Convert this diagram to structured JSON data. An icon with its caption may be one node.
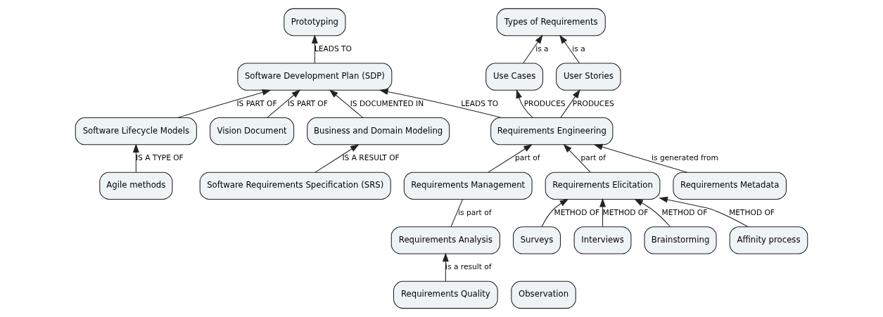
{
  "diagram": {
    "nodes": [
      {
        "text": [
          "Types of Requirements"
        ]
      },
      {
        "text": [
          "Use Cases"
        ]
      },
      {
        "text": [
          "User Stories"
        ]
      },
      {
        "text": [
          "Software Development Plan (SDP)"
        ]
      },
      {
        "text": [
          "Prototyping"
        ]
      },
      {
        "text": [
          "Software Lifecycle Models"
        ]
      },
      {
        "text": [
          "Vision Document"
        ]
      },
      {
        "text": [
          "Business and Domain Modeling"
        ]
      },
      {
        "text": [
          "Requirements Engineering"
        ]
      },
      {
        "text": [
          "Agile methods"
        ]
      },
      {
        "text": [
          "Software Requirements Specification (SRS)"
        ]
      },
      {
        "text": [
          "Requirements Management"
        ]
      },
      {
        "text": [
          "Requirements Elicitation"
        ]
      },
      {
        "text": [
          "Requirements Metadata"
        ]
      },
      {
        "text": [
          "Requirements Analysis"
        ]
      },
      {
        "text": [
          "Surveys"
        ]
      },
      {
        "text": [
          "Interviews"
        ]
      },
      {
        "text": [
          "Brainstorming"
        ]
      },
      {
        "text": [
          "Affinity process"
        ]
      },
      {
        "text": [
          "Requirements Quality"
        ]
      },
      {
        "text": [
          "Observation"
        ]
      }
    ],
    "edges": [
      {
        "from": 1,
        "to": 0,
        "arrow": "to",
        "label": "is a"
      },
      {
        "from": 2,
        "to": 0,
        "arrow": "to",
        "label": "is a"
      },
      {
        "from": 8,
        "to": 1,
        "arrow": "to",
        "label": "PRODUCES"
      },
      {
        "from": 8,
        "to": 2,
        "arrow": "to",
        "label": "PRODUCES"
      },
      {
        "from": 8,
        "to": 3,
        "arrow": "to",
        "label": "LEADS TO"
      },
      {
        "from": 3,
        "to": 4,
        "arrow": "to",
        "label": "LEADS TO"
      },
      {
        "from": 5,
        "to": 3,
        "arrow": "to",
        "label": "IS PART OF"
      },
      {
        "from": 6,
        "to": 3,
        "arrow": "to",
        "label": "IS PART OF"
      },
      {
        "from": 7,
        "to": 3,
        "arrow": "to",
        "label": "IS DOCUMENTED IN"
      },
      {
        "from": 9,
        "to": 5,
        "arrow": "to",
        "label": "IS A TYPE OF"
      },
      {
        "from": 10,
        "to": 7,
        "arrow": "to",
        "label": "IS A RESULT OF"
      },
      {
        "from": 11,
        "to": 8,
        "arrow": "to",
        "label": "part of"
      },
      {
        "from": 12,
        "to": 8,
        "arrow": "to",
        "label": "part of"
      },
      {
        "from": 13,
        "to": 8,
        "arrow": "to",
        "label": "is generated from"
      },
      {
        "from": 14,
        "to": 11,
        "arrow": "none",
        "label": "is part of"
      },
      {
        "from": 19,
        "to": 14,
        "arrow": "to",
        "label": "is a result of"
      },
      {
        "from": 15,
        "to": 12,
        "arrow": "to",
        "label": "METHOD OF"
      },
      {
        "from": 16,
        "to": 12,
        "arrow": "to",
        "label": "METHOD OF"
      },
      {
        "from": 17,
        "to": 12,
        "arrow": "to",
        "label": "METHOD OF"
      },
      {
        "from": 18,
        "to": 12,
        "arrow": "to",
        "label": "METHOD OF"
      }
    ]
  }
}
